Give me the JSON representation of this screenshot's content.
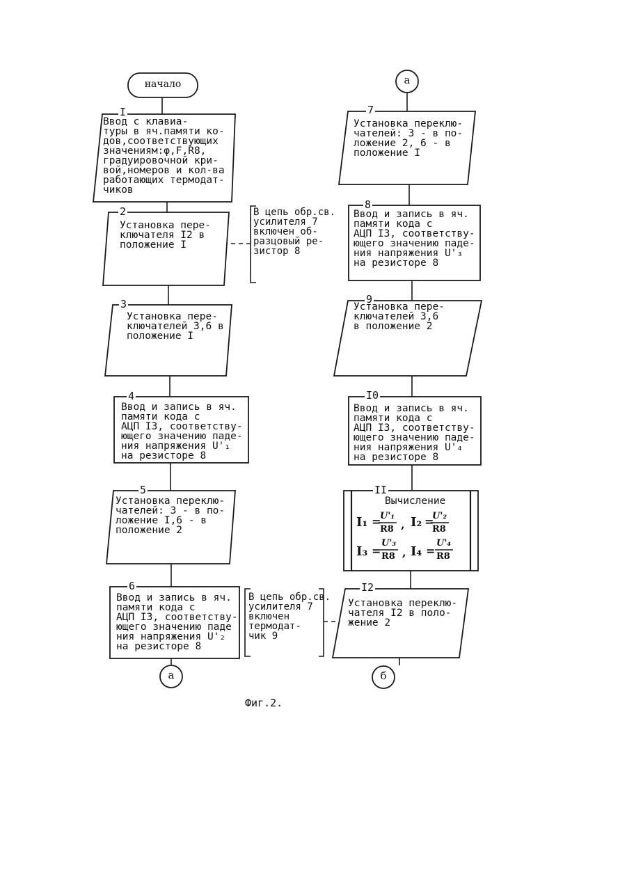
{
  "start_label": "начало",
  "connector_a": "а",
  "connector_b": "б",
  "caption": "Фиг.2.",
  "blocks": [
    {
      "num": "I",
      "text": "Ввод с клавиа-\nтуры в яч.памяти ко-\nдов,соответствующих\nзначениям:φ,F,R8,\nградуировочной кри-\nвой,номеров и кол-ва\nработающих термодат-\nчиков"
    },
    {
      "num": "2",
      "text": "Установка пере-\nключателя I2 в\nположение I"
    },
    {
      "num": "3",
      "text": "Установка пере-\nключателей 3,6 в\nположение I"
    },
    {
      "num": "4",
      "text": "Ввод и запись в яч.\nпамяти кода с\nАЦП I3, соответству-\nющего значению паде-\nния напряжения U'₁\nна резисторе 8"
    },
    {
      "num": "5",
      "text": "Установка переклю-\nчателей: 3 - в по-\nложение I,6 - в\nположение 2"
    },
    {
      "num": "6",
      "text": "Ввод и запись в яч.\nпамяти кода с\nАЦП I3, соответству-\nющего значению паде\nния напряжения U'₂\nна резисторе 8"
    },
    {
      "num": "7",
      "text": "Установка переклю-\nчателей: 3 - в по-\nложение 2, 6 - в\nположение I"
    },
    {
      "num": "8",
      "text": "Ввод и запись в яч.\nпамяти кода с\nАЦП I3, соответству-\nющего значению паде-\nния напряжения U'₃\nна резисторе 8"
    },
    {
      "num": "9",
      "text": "Установка пере-\nключателей 3,6\nв положение 2"
    },
    {
      "num": "I0",
      "text": "Ввод и запись в яч.\nпамяти кода с\nАЦП I3, соответству-\nющего значению паде-\nния напряжения U'₄\nна резисторе 8"
    },
    {
      "num": "II",
      "title": "Вычисление"
    },
    {
      "num": "I2",
      "text": "Установка переклю-\nчателя I2 в поло-\nжение 2"
    }
  ],
  "calc": {
    "i1": "I₁",
    "u1": "U'₁",
    "i2": "I₂",
    "u2": "U'₂",
    "i3": "I₃",
    "u3": "U'₃",
    "i4": "I₄",
    "u4": "U'₄",
    "r": "R8",
    "eq": "=",
    "comma": ","
  },
  "notes": [
    {
      "text": "В цепь обр.св.\nусилителя 7\nвключен об-\nразцовый ре-\nзистор 8"
    },
    {
      "text": "В цепь обр.св.\nусилителя 7\nвключен\nтермодат-\nчик 9"
    }
  ]
}
